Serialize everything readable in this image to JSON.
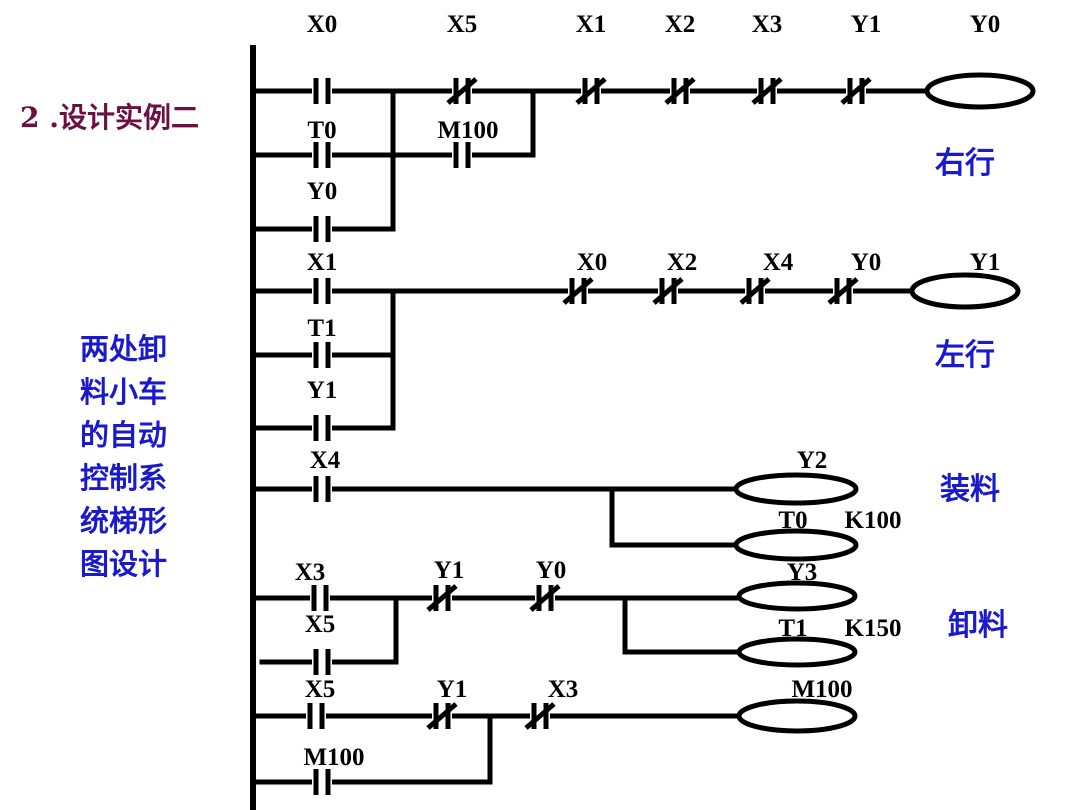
{
  "title": "2 .设计实例二",
  "side_text": [
    "两处卸",
    "料小车",
    "的自动",
    "控制系",
    "统梯形",
    "图设计"
  ],
  "colors": {
    "title": "#6b1040",
    "annotation": "#1a1acc",
    "wire": "#000000"
  },
  "rungs": [
    {
      "contacts": [
        {
          "label": "X0",
          "type": "NO"
        },
        {
          "label": "T0",
          "type": "NO"
        },
        {
          "label": "Y0",
          "type": "NO"
        },
        {
          "label": "X5",
          "type": "NC"
        },
        {
          "label": "M100",
          "type": "NO"
        },
        {
          "label": "X1",
          "type": "NC"
        },
        {
          "label": "X2",
          "type": "NC"
        },
        {
          "label": "X3",
          "type": "NC"
        },
        {
          "label": "Y1",
          "type": "NC"
        }
      ],
      "coils": [
        {
          "label": "Y0"
        }
      ],
      "annotation": "右行"
    },
    {
      "contacts": [
        {
          "label": "X1",
          "type": "NO"
        },
        {
          "label": "T1",
          "type": "NO"
        },
        {
          "label": "Y1",
          "type": "NO"
        },
        {
          "label": "X0",
          "type": "NC"
        },
        {
          "label": "X2",
          "type": "NC"
        },
        {
          "label": "X4",
          "type": "NC"
        },
        {
          "label": "Y0",
          "type": "NC"
        }
      ],
      "coils": [
        {
          "label": "Y1"
        }
      ],
      "annotation": "左行"
    },
    {
      "contacts": [
        {
          "label": "X4",
          "type": "NO"
        }
      ],
      "coils": [
        {
          "label": "Y2"
        },
        {
          "label": "T0",
          "preset": "K100"
        }
      ],
      "annotation": "装料"
    },
    {
      "contacts": [
        {
          "label": "X3",
          "type": "NO"
        },
        {
          "label": "X5",
          "type": "NO"
        },
        {
          "label": "Y1",
          "type": "NC"
        },
        {
          "label": "Y0",
          "type": "NC"
        }
      ],
      "coils": [
        {
          "label": "Y3"
        },
        {
          "label": "T1",
          "preset": "K150"
        }
      ],
      "annotation": "卸料"
    },
    {
      "contacts": [
        {
          "label": "X5",
          "type": "NO"
        },
        {
          "label": "M100",
          "type": "NO"
        },
        {
          "label": "Y1",
          "type": "NC"
        },
        {
          "label": "X3",
          "type": "NC"
        }
      ],
      "coils": [
        {
          "label": "M100"
        }
      ],
      "annotation": ""
    }
  ]
}
